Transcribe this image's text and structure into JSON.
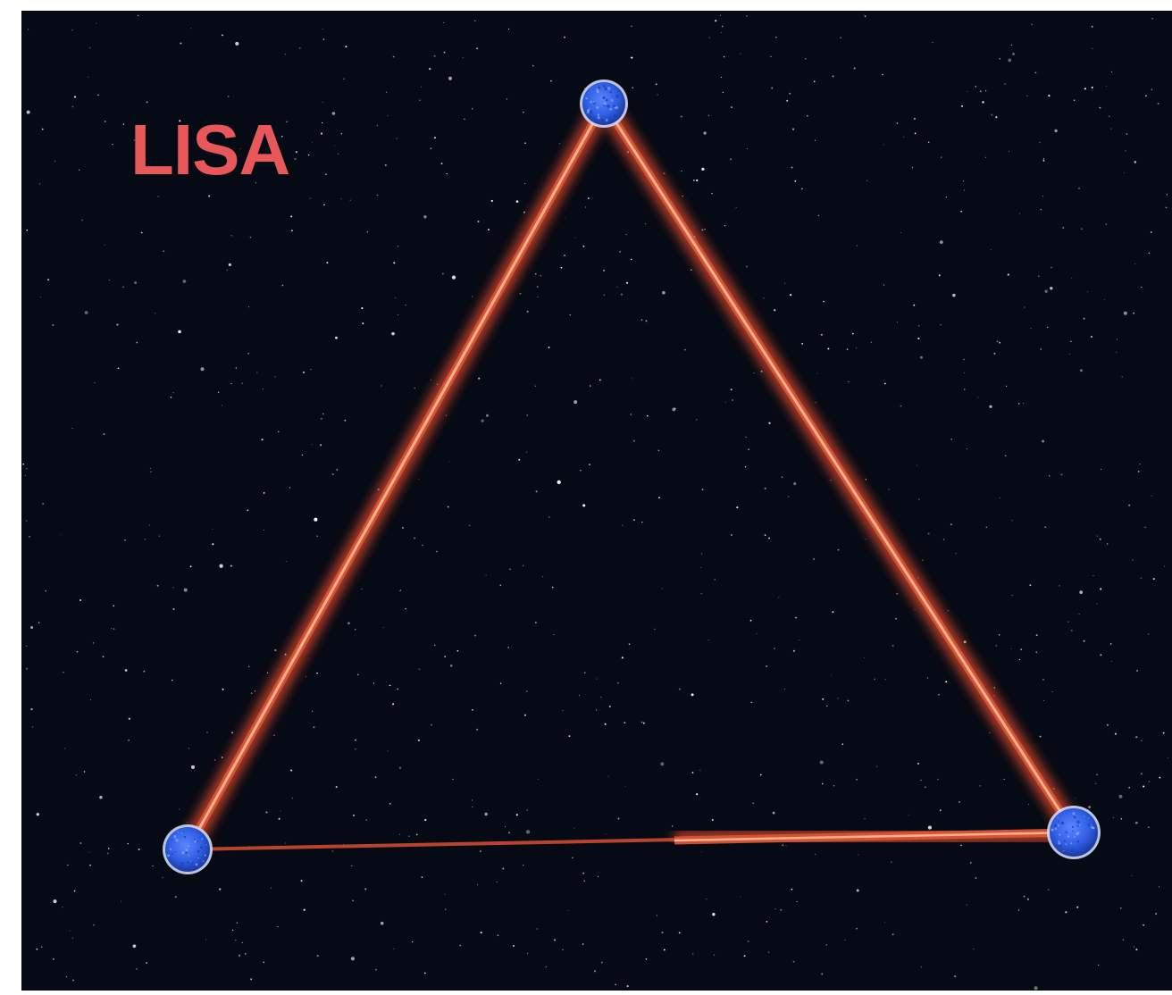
{
  "title": "LISA",
  "colors": {
    "title": "#e8585a",
    "space_background": "#060a14",
    "laser_core": "#ffb08a",
    "laser_glow": "#e0482a",
    "laser_faint": "#b8442c",
    "spacecraft_fill": "#2f5fe6",
    "spacecraft_rim": "#cfd8f5"
  },
  "icons": {
    "spacecraft": "spacecraft-icon",
    "laser_arm": "laser-beam"
  },
  "spacecraft": [
    {
      "name": "spacecraft-top"
    },
    {
      "name": "spacecraft-left"
    },
    {
      "name": "spacecraft-right"
    }
  ],
  "laser_arms": [
    {
      "name": "laser-arm-left",
      "from": "spacecraft-top",
      "to": "spacecraft-left"
    },
    {
      "name": "laser-arm-right",
      "from": "spacecraft-top",
      "to": "spacecraft-right"
    },
    {
      "name": "laser-arm-bottom",
      "from": "spacecraft-left",
      "to": "spacecraft-right"
    }
  ]
}
